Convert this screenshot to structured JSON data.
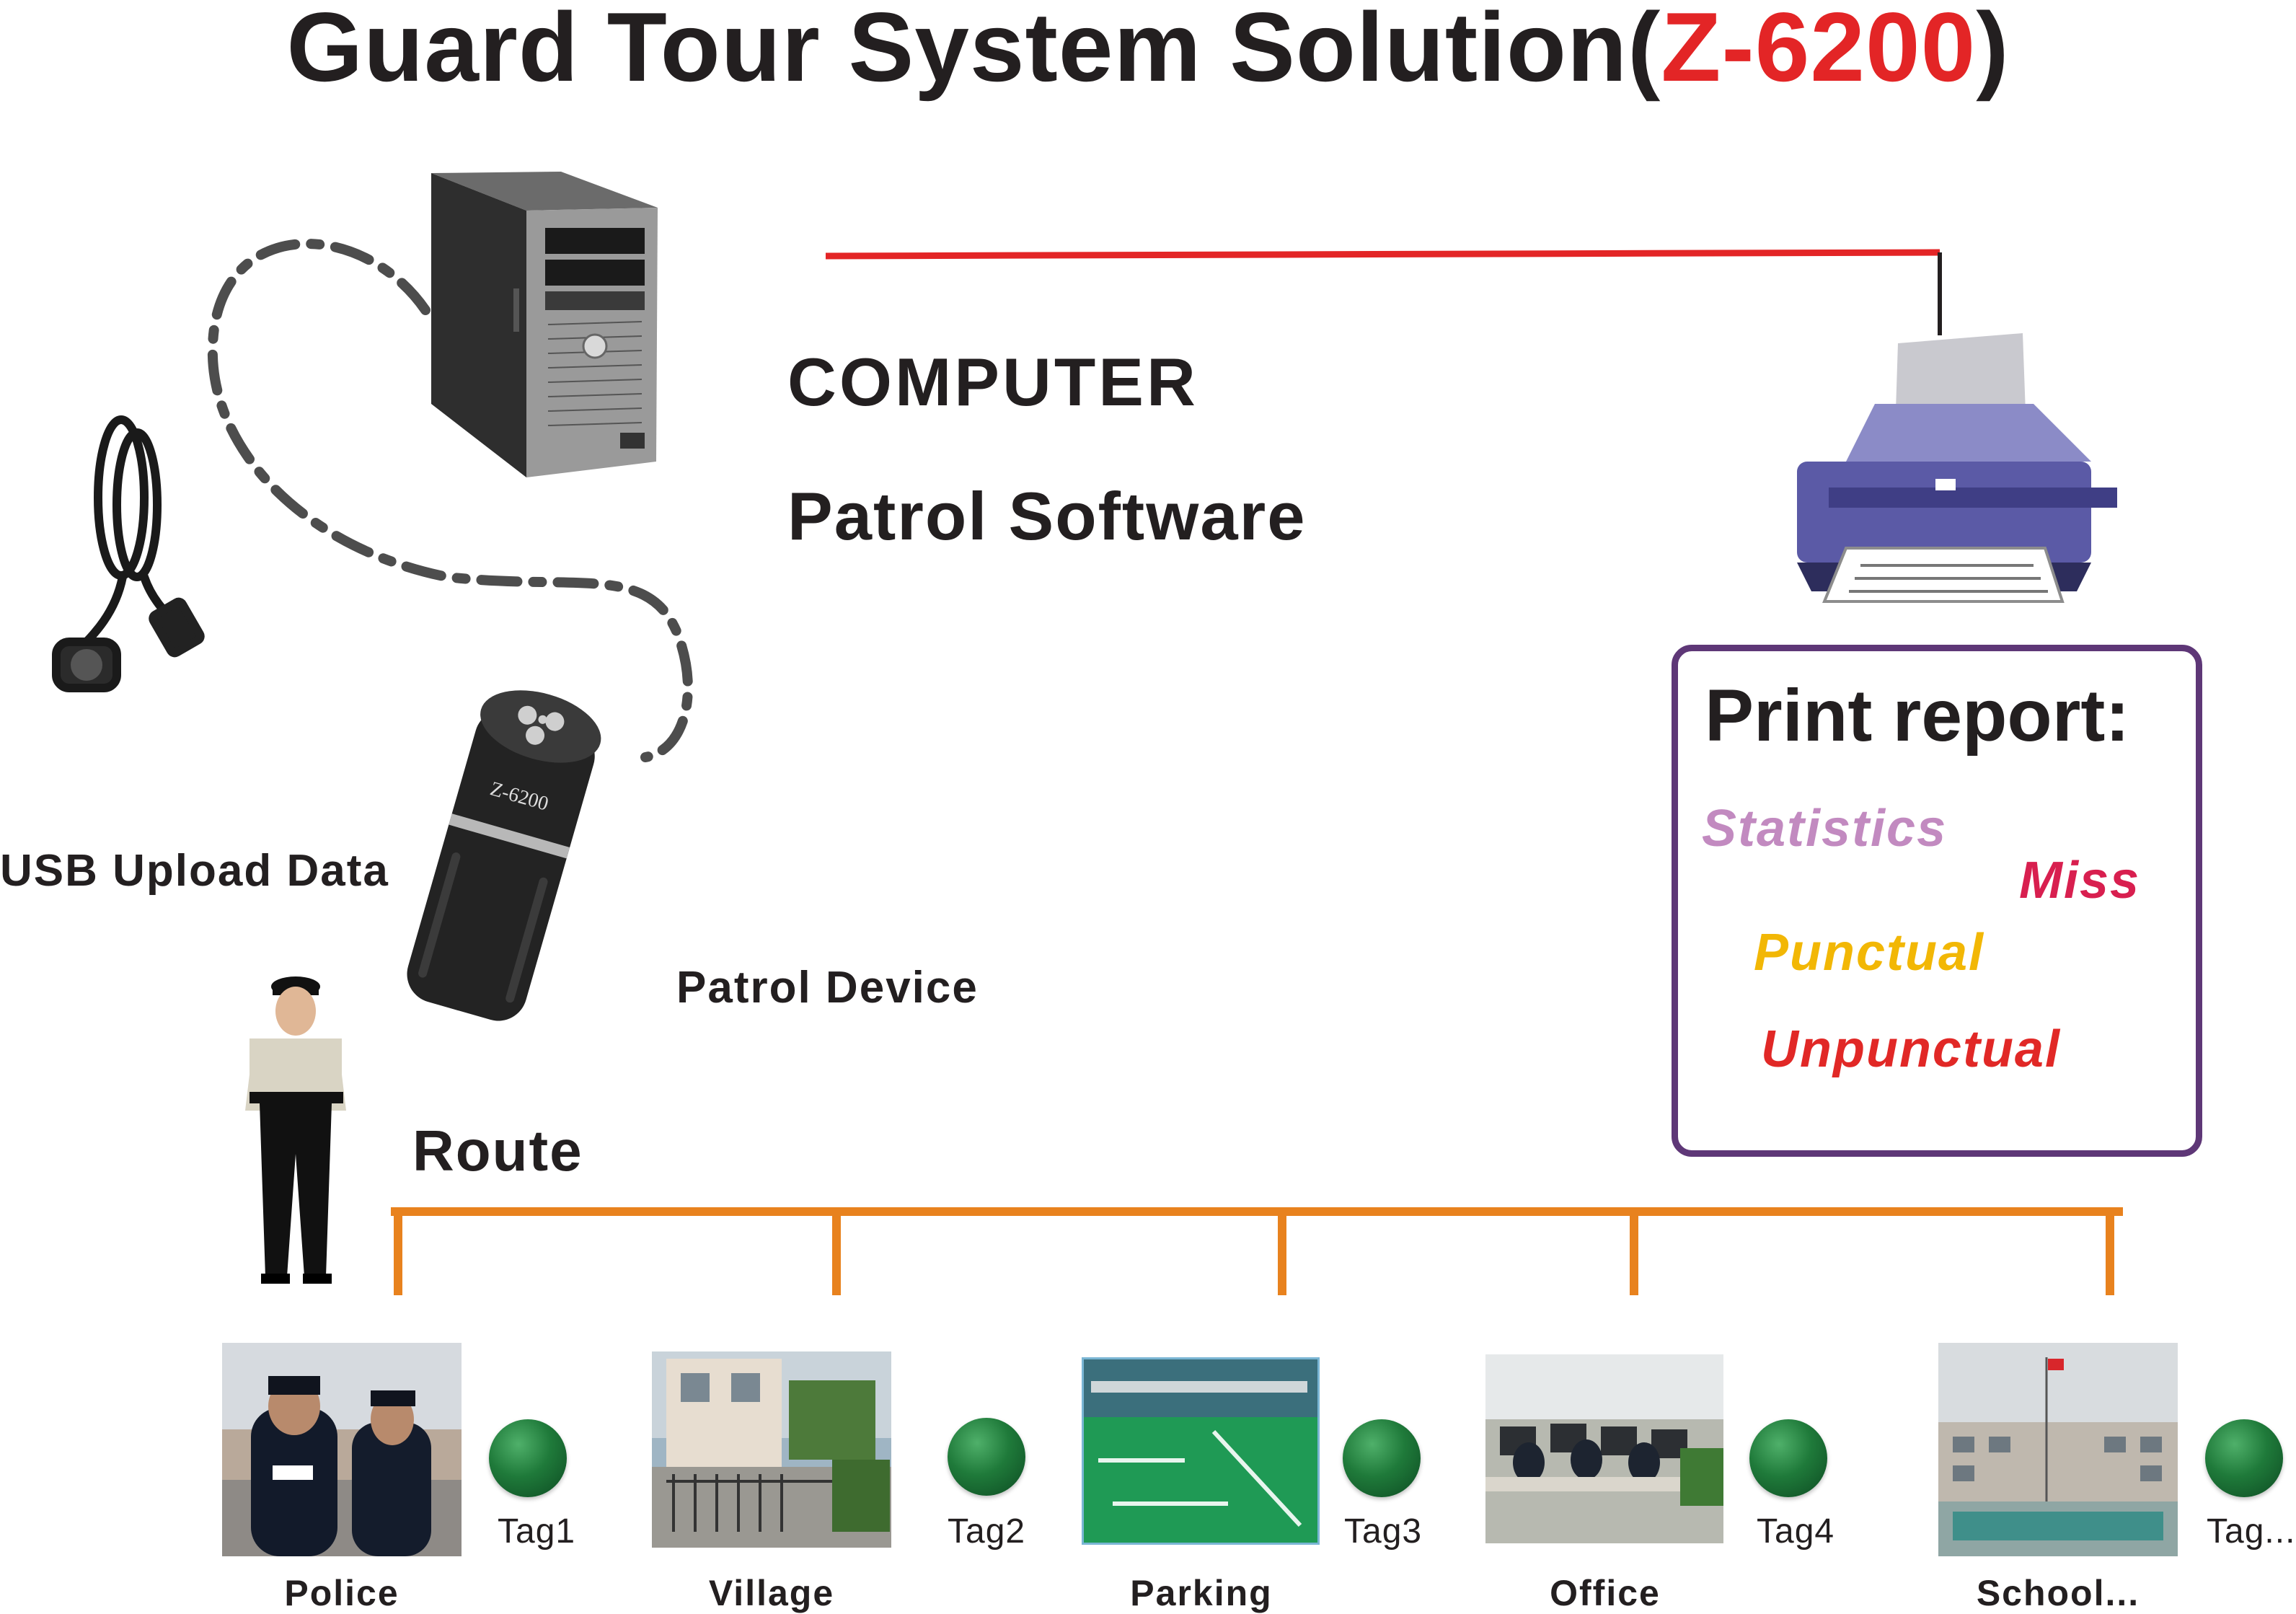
{
  "title": {
    "main": "Guard  Tour System Solution(",
    "model": "Z-6200",
    "close": ")"
  },
  "labels": {
    "computer": "COMPUTER",
    "software": "Patrol Software",
    "usb": "USB Upload Data",
    "device": "Patrol Device",
    "device_marking": "Z-6200",
    "route": "Route"
  },
  "report": {
    "title": "Print report:",
    "items": [
      {
        "text": "Statistics",
        "color": "#c28ac0"
      },
      {
        "text": "Miss",
        "color": "#d81f4f"
      },
      {
        "text": "Punctual",
        "color": "#f2b705"
      },
      {
        "text": "Unpunctual",
        "color": "#e12826"
      }
    ]
  },
  "locations": [
    {
      "name": "Police",
      "tag": "Tag1"
    },
    {
      "name": "Village",
      "tag": "Tag2"
    },
    {
      "name": "Parking",
      "tag": "Tag3"
    },
    {
      "name": "Office",
      "tag": "Tag4"
    },
    {
      "name": "School...",
      "tag": "Tag..."
    }
  ],
  "colors": {
    "title_model": "#e32526",
    "connection_line": "#e32526",
    "route_line": "#e8821e",
    "report_border": "#5e3777",
    "usb_cable": "#4d4d4d",
    "tag": "#1f7a3a"
  }
}
